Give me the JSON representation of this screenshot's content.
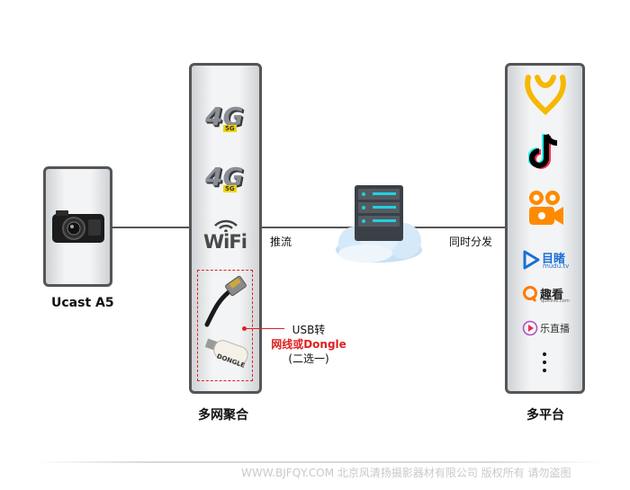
{
  "device": {
    "label": "Ucast A5"
  },
  "aggregation": {
    "label": "多网聚合",
    "items": [
      "4G",
      "4G",
      "WiFi"
    ],
    "badge": "5G"
  },
  "note": {
    "line1": "USB转",
    "line2_a": "网线或",
    "line2_b": "Dongle",
    "line3": "(二选一)",
    "dongle_text": "DONGLE"
  },
  "link_left": "推流",
  "link_right": "同时分发",
  "platforms": {
    "label": "多平台",
    "mudu": {
      "cn": "目睹",
      "en": "mudu.tv"
    },
    "qukan": {
      "cn": "趣看",
      "en": "qukilive.com"
    },
    "lezhibo": {
      "cn": "乐直播"
    }
  },
  "watermark": "WWW.BJFQY.COM 北京风清扬摄影器材有限公司 版权所有 请勿盗图"
}
